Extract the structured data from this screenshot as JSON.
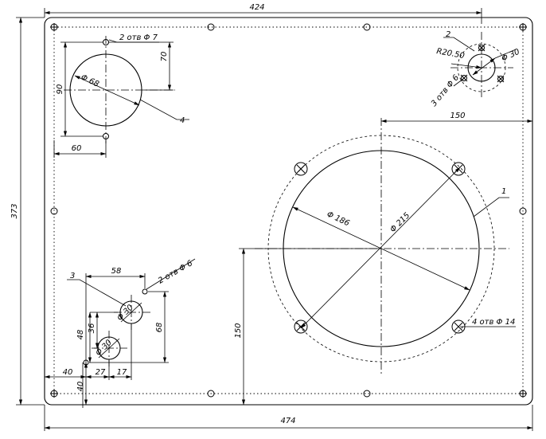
{
  "drawing": {
    "dimensions": {
      "overall_width": "424",
      "total_width": "474",
      "total_height": "373",
      "hole_spacing_x": "150",
      "hole_offset_y": "150",
      "hole4_dx": "60",
      "hole4_dy": "70",
      "hole4_h": "90",
      "hole3_w": "58",
      "hole3_h": "68",
      "dim_48": "48",
      "dim_36": "36",
      "dim_40_x": "40",
      "dim_40_y": "40",
      "dim_27": "27",
      "dim_17": "17"
    },
    "callouts": {
      "holes_2x7": "2 отв Φ 7",
      "holes_2x6": "2 отв Φ 6",
      "holes_3x6": "3 отв Φ 6",
      "holes_4x14": "4 отв Φ 14",
      "diam_68": "Φ 68",
      "diam_186": "Φ 186",
      "diam_215": "Φ 215",
      "diam_30_top": "Φ 30",
      "diam_30_a": "Φ 30",
      "diam_30_b": "Φ 30",
      "r2050": "R20.50"
    },
    "positions": {
      "p1": "1",
      "p2": "2",
      "p3": "3",
      "p4": "4"
    }
  }
}
